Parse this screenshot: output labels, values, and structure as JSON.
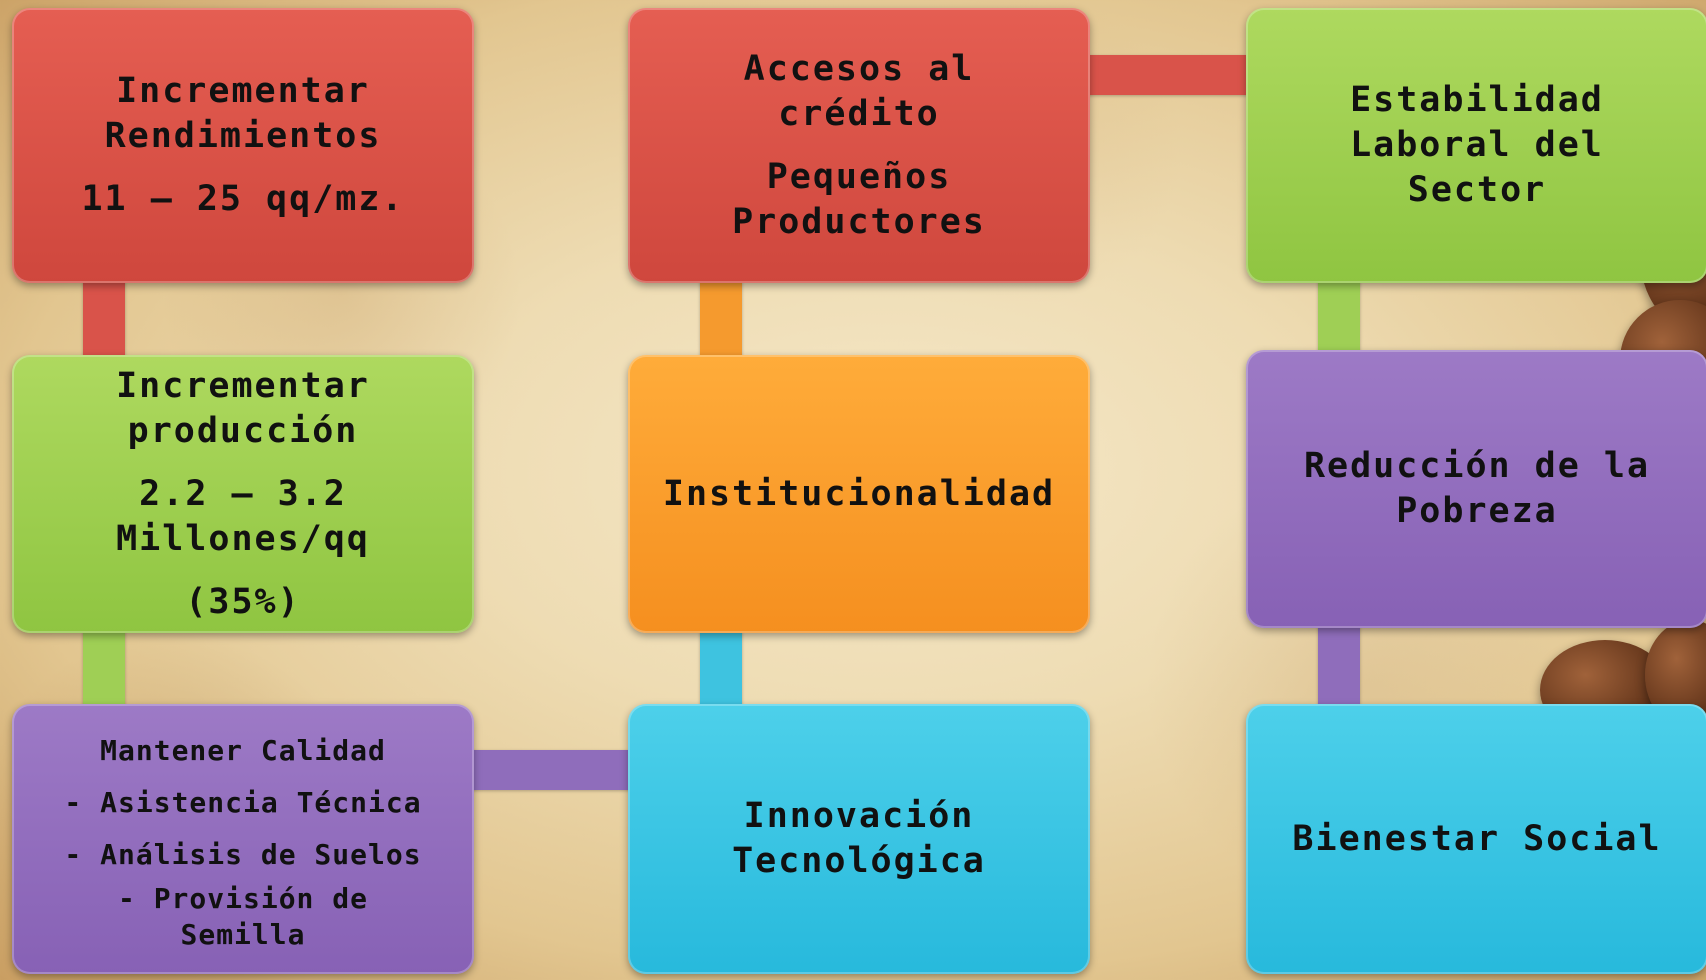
{
  "diagram": {
    "nodes": {
      "rendimientos": {
        "title_line1": "Incrementar",
        "title_line2": "Rendimientos",
        "value": "11 – 25 qq/mz.",
        "color": "#dc5247"
      },
      "credito": {
        "title_line1": "Accesos al",
        "title_line2": "crédito",
        "sub_line1": "Pequeños",
        "sub_line2": "Productores",
        "color": "#dc5247"
      },
      "estabilidad": {
        "line1": "Estabilidad",
        "line2": "Laboral del",
        "line3": "Sector",
        "color": "#9fd052"
      },
      "produccion": {
        "title_line1": "Incrementar",
        "title_line2": "producción",
        "value_line1": "2.2 – 3.2",
        "value_line2": "Millones/qq",
        "percent": "(35%)",
        "color": "#9fd052"
      },
      "institucionalidad": {
        "label": "Institucionalidad",
        "color": "#fb9f2e"
      },
      "pobreza": {
        "line1": "Reducción de la",
        "line2": "Pobreza",
        "color": "#9270bf"
      },
      "calidad": {
        "line1": "Mantener Calidad",
        "line2": "- Asistencia Técnica",
        "line3": "- Análisis de Suelos",
        "line4": "- Provisión de",
        "line5": "Semilla",
        "color": "#9270bf"
      },
      "innovacion": {
        "line1": "Innovación",
        "line2": "Tecnológica",
        "color": "#3cc6e4"
      },
      "bienestar": {
        "label": "Bienestar Social",
        "color": "#3cc6e4"
      }
    },
    "connector_colors": {
      "red": "#d9534a",
      "green": "#9fcf55",
      "orange": "#f59a2e",
      "cyan": "#3ec3e0",
      "purple": "#8f6dbb"
    }
  }
}
